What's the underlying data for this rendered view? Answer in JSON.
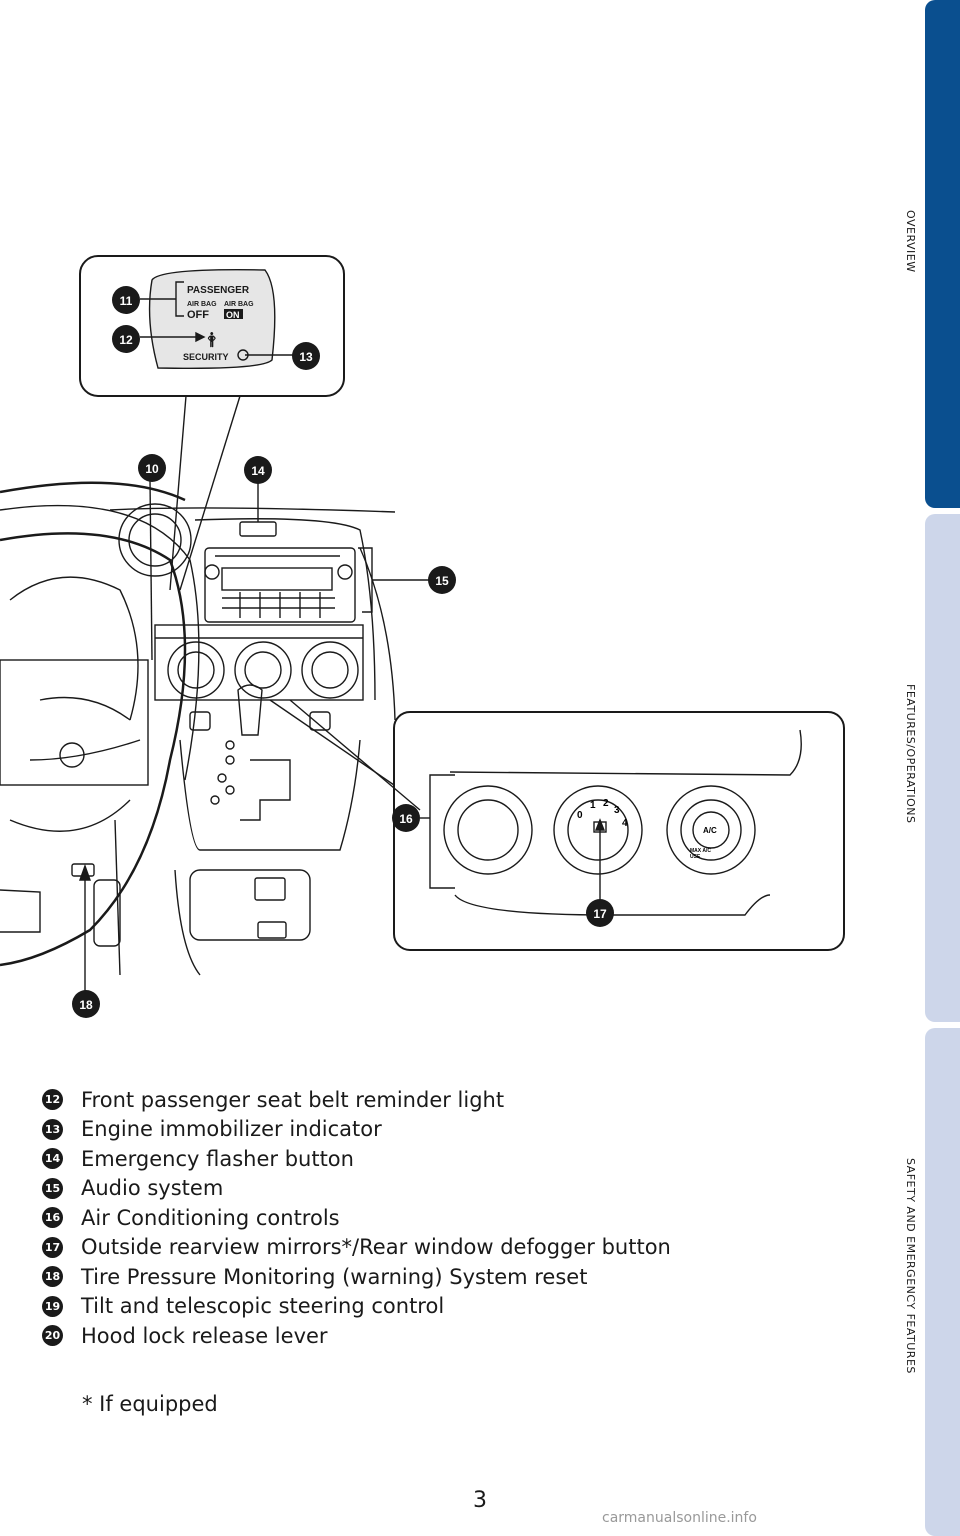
{
  "side_tabs": [
    {
      "label": "OVERVIEW",
      "color": "#0a4f8f"
    },
    {
      "label": "FEATURES/OPERATIONS",
      "color": "#cdd6ea"
    },
    {
      "label": "SAFETY AND EMERGENCY FEATURES",
      "color": "#cdd6ea"
    }
  ],
  "callouts": {
    "c10": "10",
    "c11": "11",
    "c12": "12",
    "c13": "13",
    "c14": "14",
    "c15": "15",
    "c16": "16",
    "c17": "17",
    "c18": "18"
  },
  "panel": {
    "title": "PASSENGER",
    "airbag_left": "AIR BAG",
    "airbag_right": "AIR BAG",
    "off": "OFF",
    "on": "ON",
    "security": "SECURITY"
  },
  "climate": {
    "dial_numbers": [
      "0",
      "1",
      "2",
      "3",
      "4"
    ],
    "ac": "A/C",
    "max_ac": "MAX A/C",
    "use": "USE"
  },
  "legend": [
    {
      "num": "12",
      "text": "Front passenger seat belt reminder light"
    },
    {
      "num": "13",
      "text": "Engine immobilizer indicator"
    },
    {
      "num": "14",
      "text": "Emergency flasher button"
    },
    {
      "num": "15",
      "text": "Audio system"
    },
    {
      "num": "16",
      "text": "Air Conditioning controls"
    },
    {
      "num": "17",
      "text": "Outside rearview mirrors*/Rear window defogger button"
    },
    {
      "num": "18",
      "text": "Tire Pressure Monitoring (warning) System reset"
    },
    {
      "num": "19",
      "text": "Tilt and telescopic steering control"
    },
    {
      "num": "20",
      "text": "Hood lock release lever"
    }
  ],
  "footnote": "* If equipped",
  "page_number": "3",
  "watermark": "carmanualsonline.info"
}
